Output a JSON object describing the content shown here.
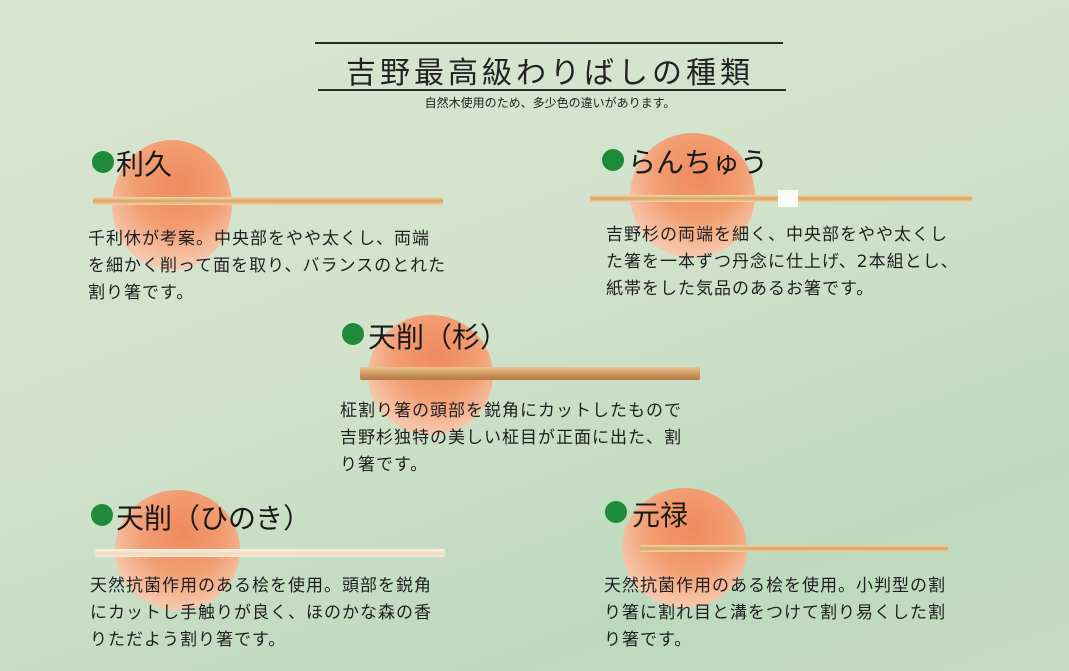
{
  "header": {
    "title": "吉野最高級わりばしの種類",
    "subtitle": "自然木使用のため、多少色の違いがあります。"
  },
  "items": [
    {
      "name": "利久",
      "lines": [
        "千利休が考案。中央部をやや太くし、両端",
        "を細かく削って面を取り、バランスのとれた",
        "割り箸です。"
      ]
    },
    {
      "name": "らんちゅう",
      "lines": [
        "吉野杉の両端を細く、中央部をやや太くし",
        "た箸を一本ずつ丹念に仕上げ、2本組とし、",
        "紙帯をした気品のあるお箸です。"
      ]
    },
    {
      "name": "天削（杉）",
      "lines": [
        "柾割り箸の頭部を鋭角にカットしたもので",
        "吉野杉独特の美しい柾目が正面に出た、割",
        "り箸です。"
      ]
    },
    {
      "name": "天削（ひのき）",
      "lines": [
        "天然抗菌作用のある桧を使用。頭部を鋭角",
        "にカットし手触りが良く、ほのかな森の香",
        "りただよう割り箸です。"
      ]
    },
    {
      "name": "元禄",
      "lines": [
        "天然抗菌作用のある桧を使用。小判型の割",
        "り箸に割れ目と溝をつけて割り易くした割",
        "り箸です。"
      ]
    }
  ],
  "colors": {
    "bullet": "#1f8a3a",
    "circle": "#ef8a5e",
    "background": "#d2e2cb"
  }
}
